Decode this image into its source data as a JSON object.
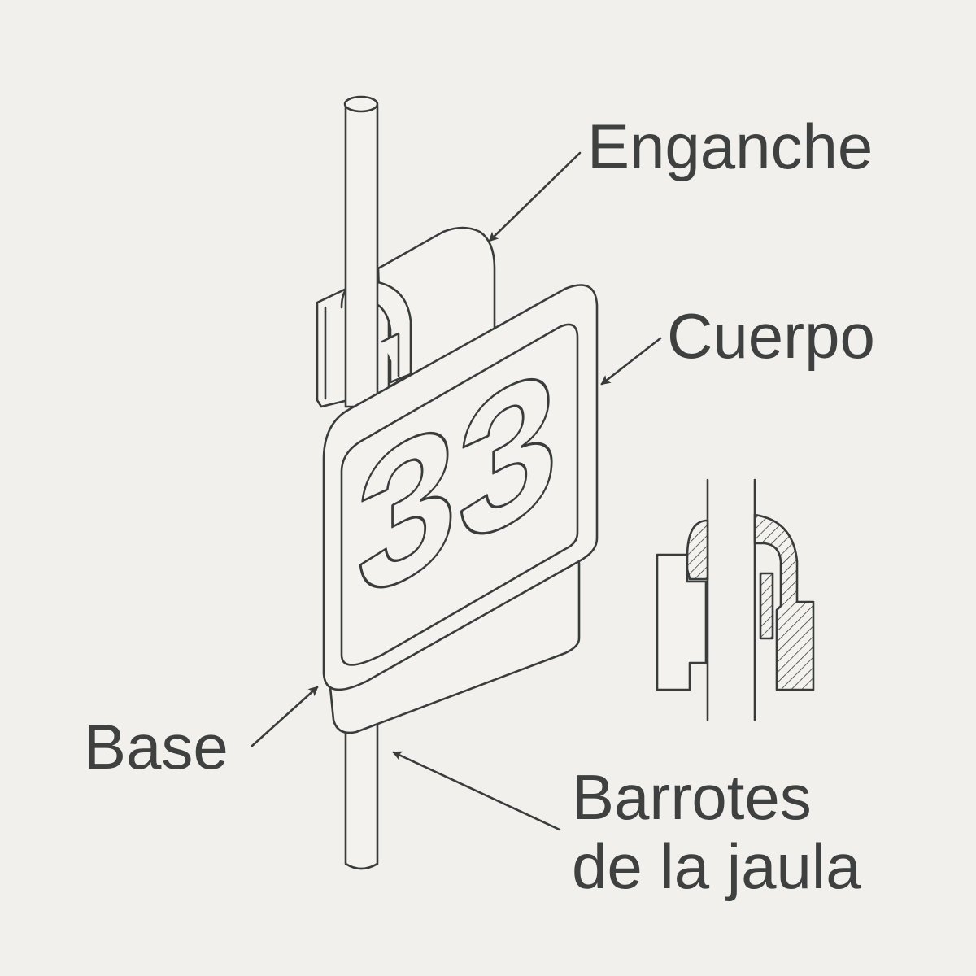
{
  "diagram": {
    "tag_number": "33",
    "labels": {
      "hook": "Enganche",
      "body": "Cuerpo",
      "base": "Base",
      "bars_line1": "Barrotes",
      "bars_line2": "de la jaula"
    },
    "colors": {
      "background": "#f1f0ec",
      "line": "#3a3c3b",
      "fill": "#f3f2ee",
      "text": "#3f4140"
    }
  }
}
